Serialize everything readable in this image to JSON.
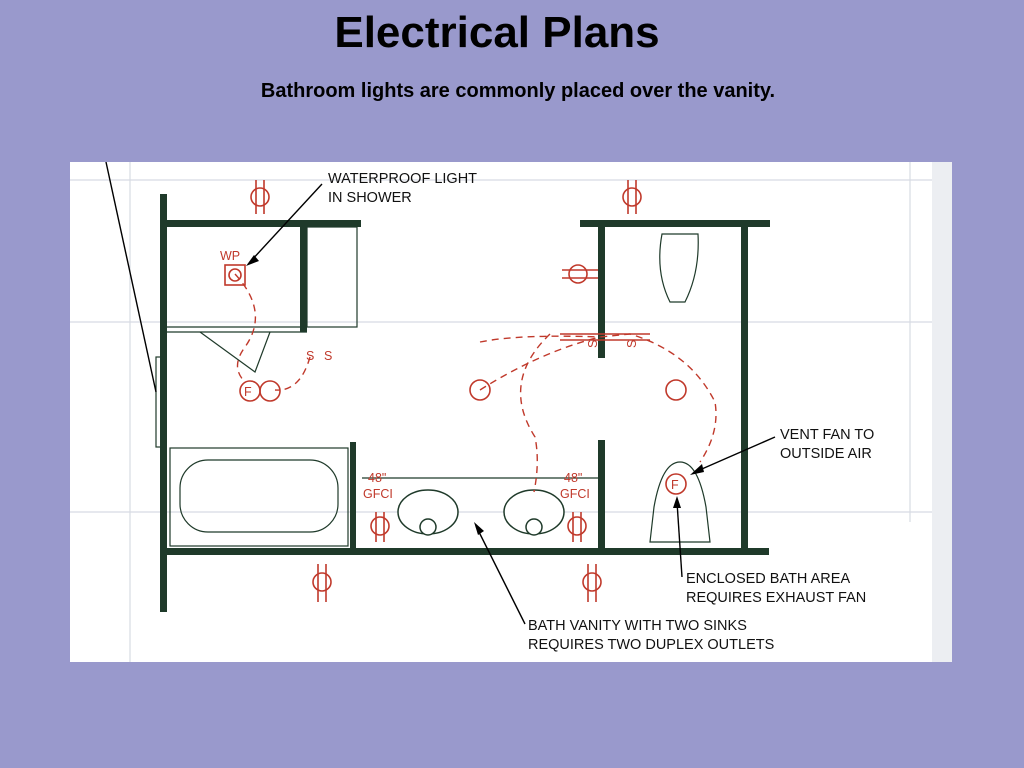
{
  "slide": {
    "title": "Electrical Plans",
    "subtitle": "Bathroom lights are commonly placed over the vanity."
  },
  "colors": {
    "background": "#9999cc",
    "walls": "#1f3a2a",
    "electrical": "#c0392b"
  },
  "diagram": {
    "symbols": {
      "waterproof": "WP",
      "fan": "F",
      "switch": "S",
      "outlet_height": "48\"",
      "gfci": "GFCI"
    },
    "callouts": {
      "shower_light": [
        "WATERPROOF LIGHT",
        "IN SHOWER"
      ],
      "vent_fan": [
        "VENT FAN TO",
        "OUTSIDE AIR"
      ],
      "enclosed_bath": [
        "ENCLOSED BATH AREA",
        "REQUIRES EXHAUST FAN"
      ],
      "vanity": [
        "BATH VANITY WITH TWO SINKS",
        "REQUIRES TWO DUPLEX OUTLETS"
      ]
    }
  }
}
